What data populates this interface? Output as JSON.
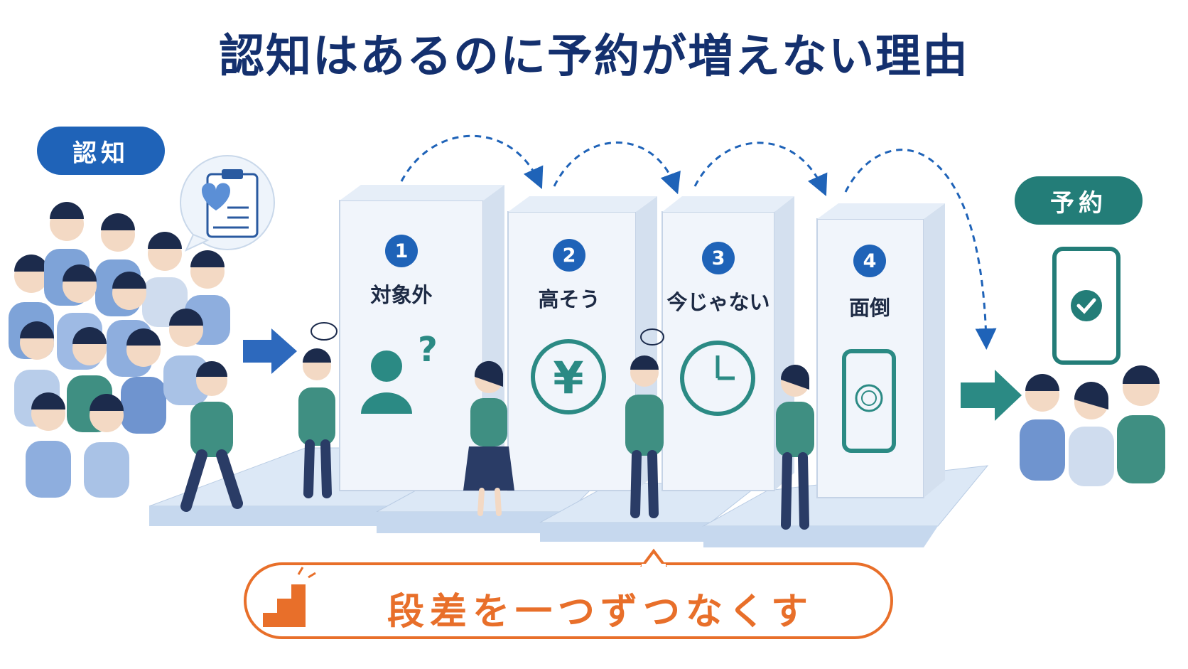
{
  "title": "認知はあるのに予約が増えない理由",
  "awareness_label": "認知",
  "booking_label": "予約",
  "barriers": [
    {
      "number": "1",
      "label": "対象外",
      "icon": "person-question-icon"
    },
    {
      "number": "2",
      "label": "高そう",
      "icon": "yen-icon"
    },
    {
      "number": "3",
      "label": "今じゃない",
      "icon": "clock-icon"
    },
    {
      "number": "4",
      "label": "面倒",
      "icon": "smartphone-loading-icon"
    }
  ],
  "callout": "段差を一つずつなくす",
  "colors": {
    "title": "#14306e",
    "primary_blue": "#1f63b8",
    "teal": "#237d78",
    "orange": "#e86f2a"
  }
}
